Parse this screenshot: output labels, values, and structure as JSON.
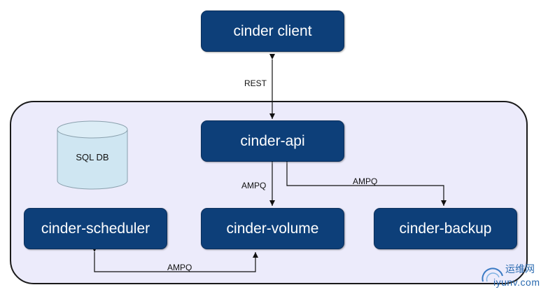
{
  "nodes": {
    "client": "cinder client",
    "api": "cinder-api",
    "scheduler": "cinder-scheduler",
    "volume": "cinder-volume",
    "backup": "cinder-backup"
  },
  "database": {
    "label": "SQL DB"
  },
  "edges": {
    "client_api": "REST",
    "api_volume": "AMPQ",
    "api_backup": "AMPQ",
    "scheduler_volume": "AMPQ"
  },
  "watermark": {
    "cn": "运维网",
    "en": "iyunv.com"
  },
  "colors": {
    "node_fill": "#0d3f79",
    "container_fill": "#ecebfb",
    "db_fill": "#cfe6f2"
  }
}
